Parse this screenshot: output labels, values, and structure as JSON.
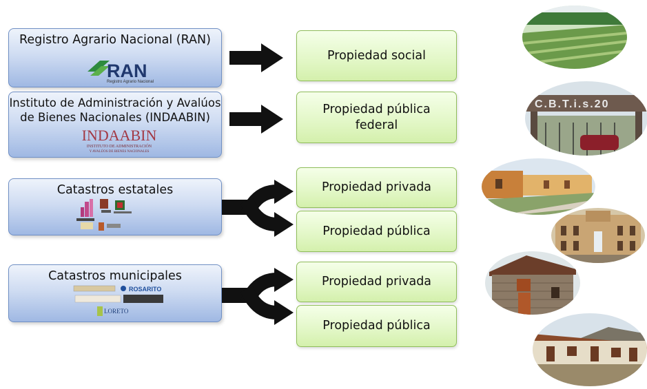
{
  "sources": {
    "ran": {
      "title": "Registro Agrario Nacional (RAN)",
      "logo_text": "RAN",
      "logo_sub": "Registro Agrario Nacional"
    },
    "indaabin": {
      "title_l1": "Instituto de Administración y Avalúos",
      "title_l2": "de Bienes Nacionales (INDAABIN)",
      "logo_text": "INDAABIN",
      "logo_sub1": "INSTITUTO DE ADMINISTRACIÓN",
      "logo_sub2": "Y AVALÚOS DE BIENES NACIONALES"
    },
    "estatales": {
      "title": "Catastros estatales"
    },
    "municipales": {
      "title": "Catastros municipales",
      "logo_rosarito": "ROSARITO",
      "logo_loreto": "LORETO"
    }
  },
  "targets": {
    "social": "Propiedad social",
    "publica_federal_l1": "Propiedad pública",
    "publica_federal_l2": "federal",
    "privada_1": "Propiedad privada",
    "publica_1": "Propiedad pública",
    "privada_2": "Propiedad privada",
    "publica_2": "Propiedad pública"
  },
  "photos": {
    "cbtis_sign": "C.B.T.i.s.20"
  },
  "colors": {
    "source_border": "#6f8fc4",
    "target_border": "#8fbd5a",
    "arrow": "#111111"
  }
}
